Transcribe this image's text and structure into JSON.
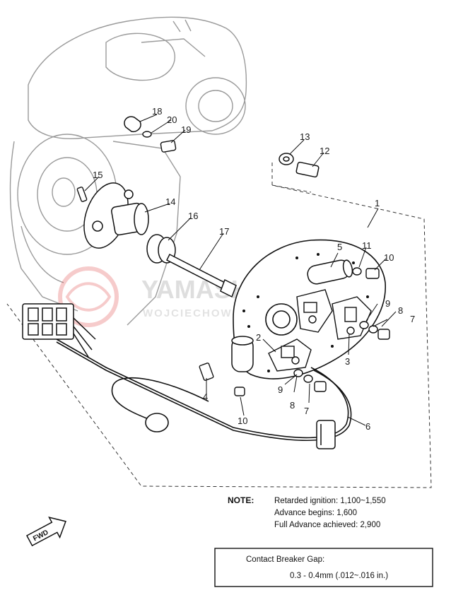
{
  "watermark": {
    "brand": "YAMASHOP.PL",
    "sub": "WOJCIECHOWSKI"
  },
  "callouts": [
    {
      "id": "1",
      "label": "1"
    },
    {
      "id": "2",
      "label": "2"
    },
    {
      "id": "3",
      "label": "3"
    },
    {
      "id": "4",
      "label": "4"
    },
    {
      "id": "5",
      "label": "5"
    },
    {
      "id": "6",
      "label": "6"
    },
    {
      "id": "7a",
      "label": "7"
    },
    {
      "id": "7b",
      "label": "7"
    },
    {
      "id": "8a",
      "label": "8"
    },
    {
      "id": "8b",
      "label": "8"
    },
    {
      "id": "9a",
      "label": "9"
    },
    {
      "id": "9b",
      "label": "9"
    },
    {
      "id": "10a",
      "label": "10"
    },
    {
      "id": "10b",
      "label": "10"
    },
    {
      "id": "11",
      "label": "11"
    },
    {
      "id": "12",
      "label": "12"
    },
    {
      "id": "13",
      "label": "13"
    },
    {
      "id": "14",
      "label": "14"
    },
    {
      "id": "15",
      "label": "15"
    },
    {
      "id": "16",
      "label": "16"
    },
    {
      "id": "17",
      "label": "17"
    },
    {
      "id": "18",
      "label": "18"
    },
    {
      "id": "19",
      "label": "19"
    },
    {
      "id": "20",
      "label": "20"
    }
  ],
  "fwd_label": "FWD",
  "note": {
    "heading": "NOTE:",
    "lines": [
      "Retarded   ignition:   1,100~1,550",
      "Advance begins: 1,600",
      "Full Advance achieved: 2,900"
    ]
  },
  "gap_box": {
    "title": "Contact Breaker Gap:",
    "value": "0.3 - 0.4mm (.012~.016 in.)"
  }
}
